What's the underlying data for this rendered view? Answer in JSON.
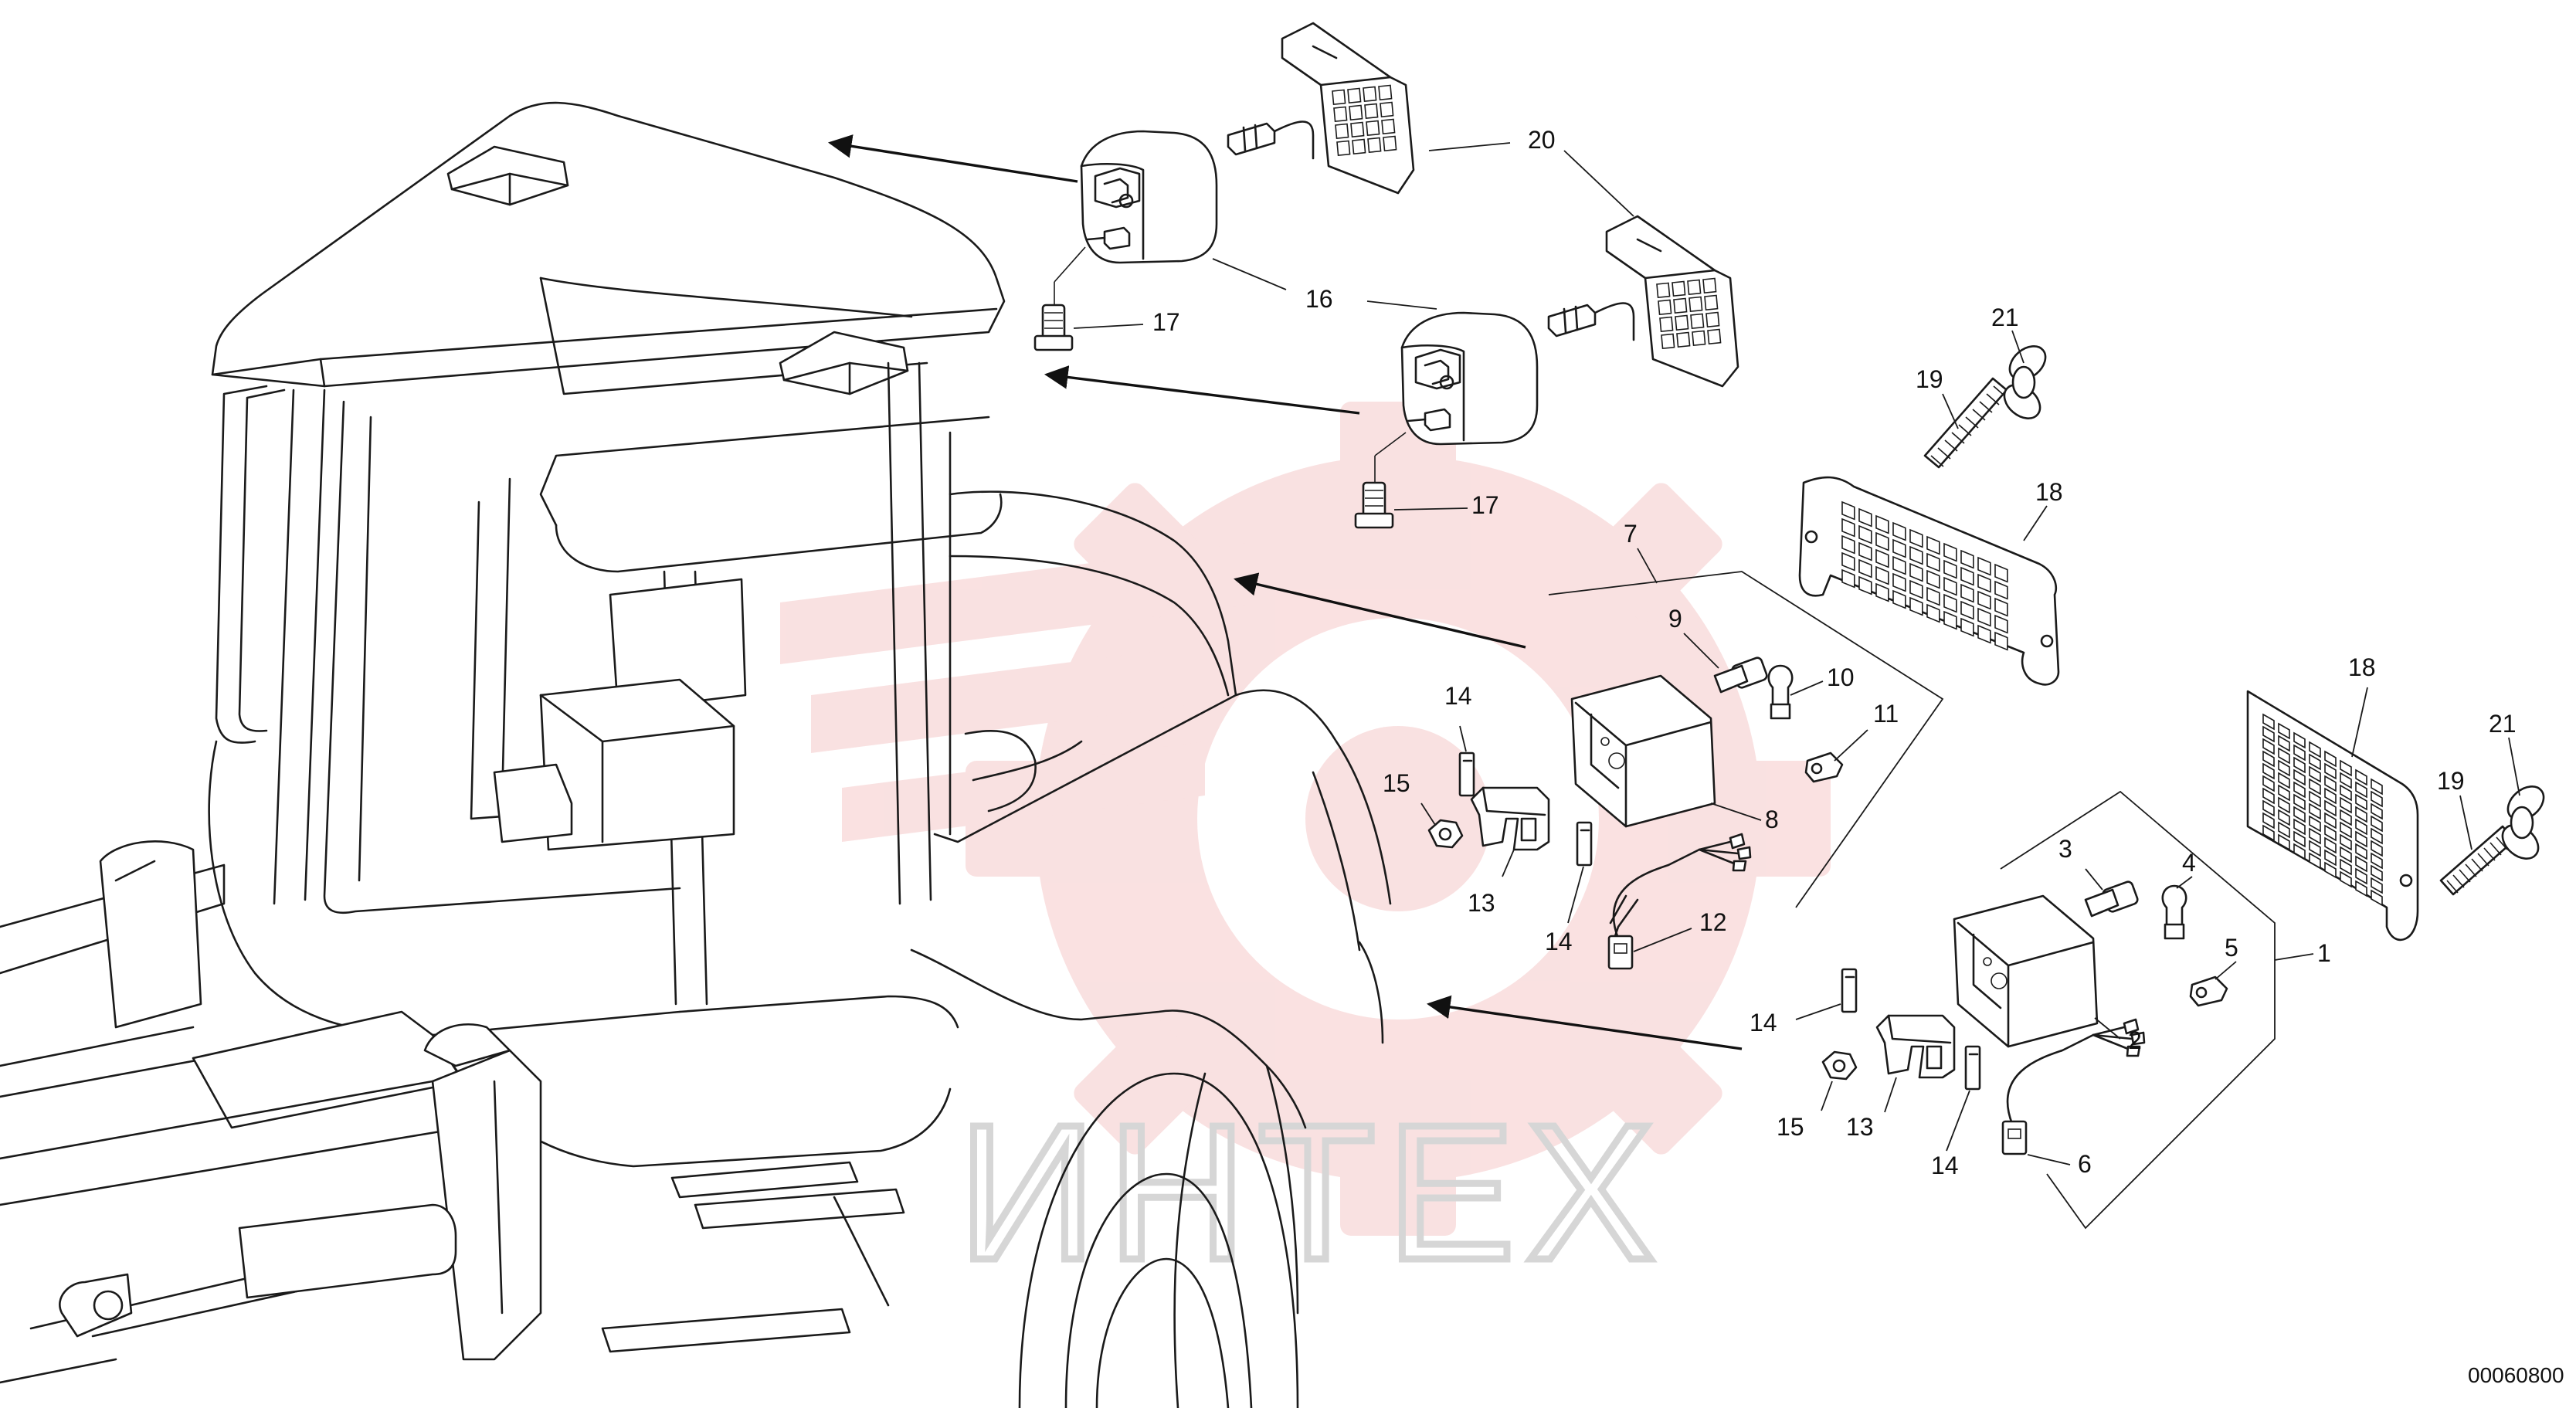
{
  "drawing_code": "00060800",
  "watermark": {
    "text": "ИНТЕХ",
    "gear_color": "#f5c9c9",
    "text_color": "#d6d6d6"
  },
  "callouts": [
    {
      "id": "c1",
      "label": "1"
    },
    {
      "id": "c2",
      "label": "2"
    },
    {
      "id": "c3",
      "label": "3"
    },
    {
      "id": "c4",
      "label": "4"
    },
    {
      "id": "c5",
      "label": "5"
    },
    {
      "id": "c6",
      "label": "6"
    },
    {
      "id": "c7",
      "label": "7"
    },
    {
      "id": "c8",
      "label": "8"
    },
    {
      "id": "c9",
      "label": "9"
    },
    {
      "id": "c10",
      "label": "10"
    },
    {
      "id": "c11",
      "label": "11"
    },
    {
      "id": "c12",
      "label": "12"
    },
    {
      "id": "c13a",
      "label": "13"
    },
    {
      "id": "c13b",
      "label": "13"
    },
    {
      "id": "c14a",
      "label": "14"
    },
    {
      "id": "c14b",
      "label": "14"
    },
    {
      "id": "c14c",
      "label": "14"
    },
    {
      "id": "c14d",
      "label": "14"
    },
    {
      "id": "c15a",
      "label": "15"
    },
    {
      "id": "c15b",
      "label": "15"
    },
    {
      "id": "c16",
      "label": "16"
    },
    {
      "id": "c17a",
      "label": "17"
    },
    {
      "id": "c17b",
      "label": "17"
    },
    {
      "id": "c18a",
      "label": "18"
    },
    {
      "id": "c18b",
      "label": "18"
    },
    {
      "id": "c19a",
      "label": "19"
    },
    {
      "id": "c19b",
      "label": "19"
    },
    {
      "id": "c20",
      "label": "20"
    },
    {
      "id": "c21a",
      "label": "21"
    },
    {
      "id": "c21b",
      "label": "21"
    }
  ]
}
